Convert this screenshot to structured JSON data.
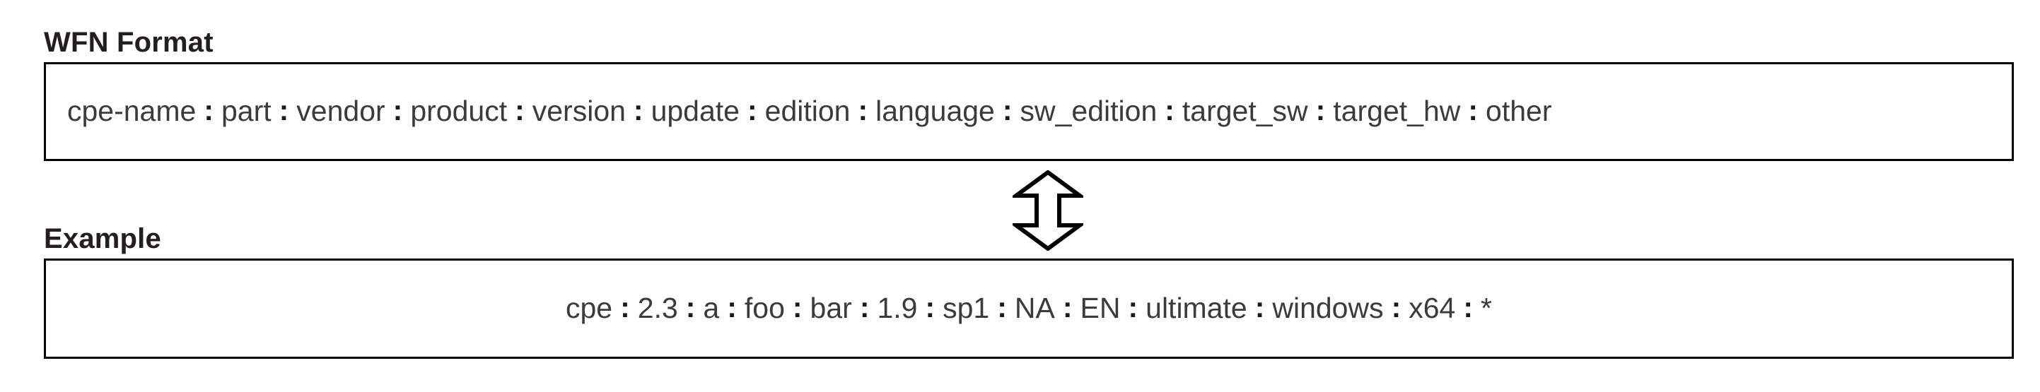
{
  "diagram": {
    "sections": [
      {
        "heading": "WFN Format",
        "name": "wfn-format",
        "tokens": [
          "cpe-name",
          "part",
          "vendor",
          "product",
          "version",
          "update",
          "edition",
          "language",
          "sw_edition",
          "target_sw",
          "target_hw",
          "other"
        ],
        "separator": ":",
        "align": "left"
      },
      {
        "heading": "Example",
        "name": "example",
        "tokens": [
          "cpe",
          "2.3",
          "a",
          "foo",
          "bar",
          "1.9",
          "sp1",
          "NA",
          "EN",
          "ultimate",
          "windows",
          "x64",
          "*"
        ],
        "separator": ":",
        "align": "center"
      }
    ],
    "connector": {
      "icon": "up-down-double-arrow-icon",
      "style": "hollow-outline",
      "stroke_color": "#000000",
      "fill_color": "#ffffff"
    },
    "colors": {
      "background": "#ffffff",
      "border": "#000000",
      "heading_text": "#231f20",
      "token_text": "#3b3b3b",
      "separator_text": "#1a1a1a"
    }
  }
}
